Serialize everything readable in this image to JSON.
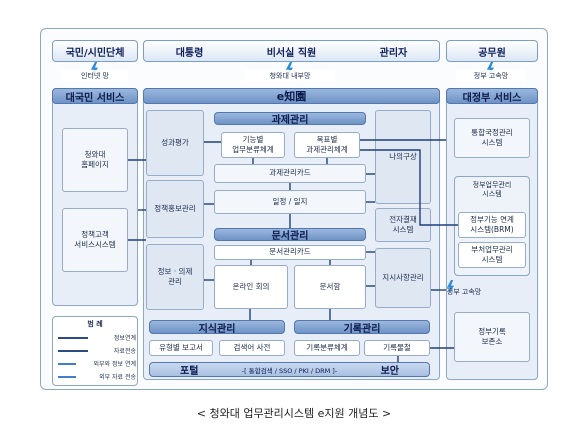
{
  "top": {
    "citizen_title": "국민/시민단체",
    "president": "대통령",
    "secretary": "비서실 직원",
    "admin": "관리자",
    "official_title": "공무원",
    "internet": "인터넷 망",
    "cheongwadae_net": "청와대 내부망",
    "gov_net": "정부 고속망"
  },
  "left": {
    "title": "대국민 서비스",
    "homepage": "청와대\n홈페이지",
    "petition": "정책고객\n서비스시스템"
  },
  "center": {
    "title": "e知園",
    "task_band": "과제관리",
    "performance": "성과평가",
    "func_docs": "기능별\n업무분류체계",
    "goal_system": "목표별\n과제관리체계",
    "task_card": "과제관리카드",
    "schedule": "일정 / 일지",
    "policy_promo": "정책홍보관리",
    "my_idea": "나의구상",
    "e_payment": "전자결재\n시스템",
    "doc_band": "문서관리",
    "doc_card": "문서관리카드",
    "report_discuss": "정보 · 의제\n관리",
    "online_meeting": "온라인 회의",
    "doc_box": "문서함",
    "instructions": "지시사항관리",
    "knowledge_band": "지식관리",
    "record_band": "기록관리",
    "type_report": "유형별 보고서",
    "term_dict": "검색어 사전",
    "record_class": "기록분류체계",
    "record_items": "기록물철",
    "portal": "포털",
    "portal_tech": "-[ 통합검색 / SSO / PKI / DRM ]-",
    "security": "보안"
  },
  "right": {
    "title": "대정부 서비스",
    "national_affairs": "통합국정관리\n시스템",
    "gov_work": "정부업무관리\n시스템",
    "brm": "정부기능 연계\n시스템(BRM)",
    "ministry": "부처업무관리\n시스템",
    "gov_net": "정부 고속망",
    "archive": "정부기록\n보존소"
  },
  "legend": {
    "title": "범 례",
    "items": [
      "정보연계",
      "자료전송",
      "외부와 정보 연계",
      "외부 자료 전송"
    ]
  },
  "caption": "< 청와대 업무관리시스템 e지원 개념도 >"
}
